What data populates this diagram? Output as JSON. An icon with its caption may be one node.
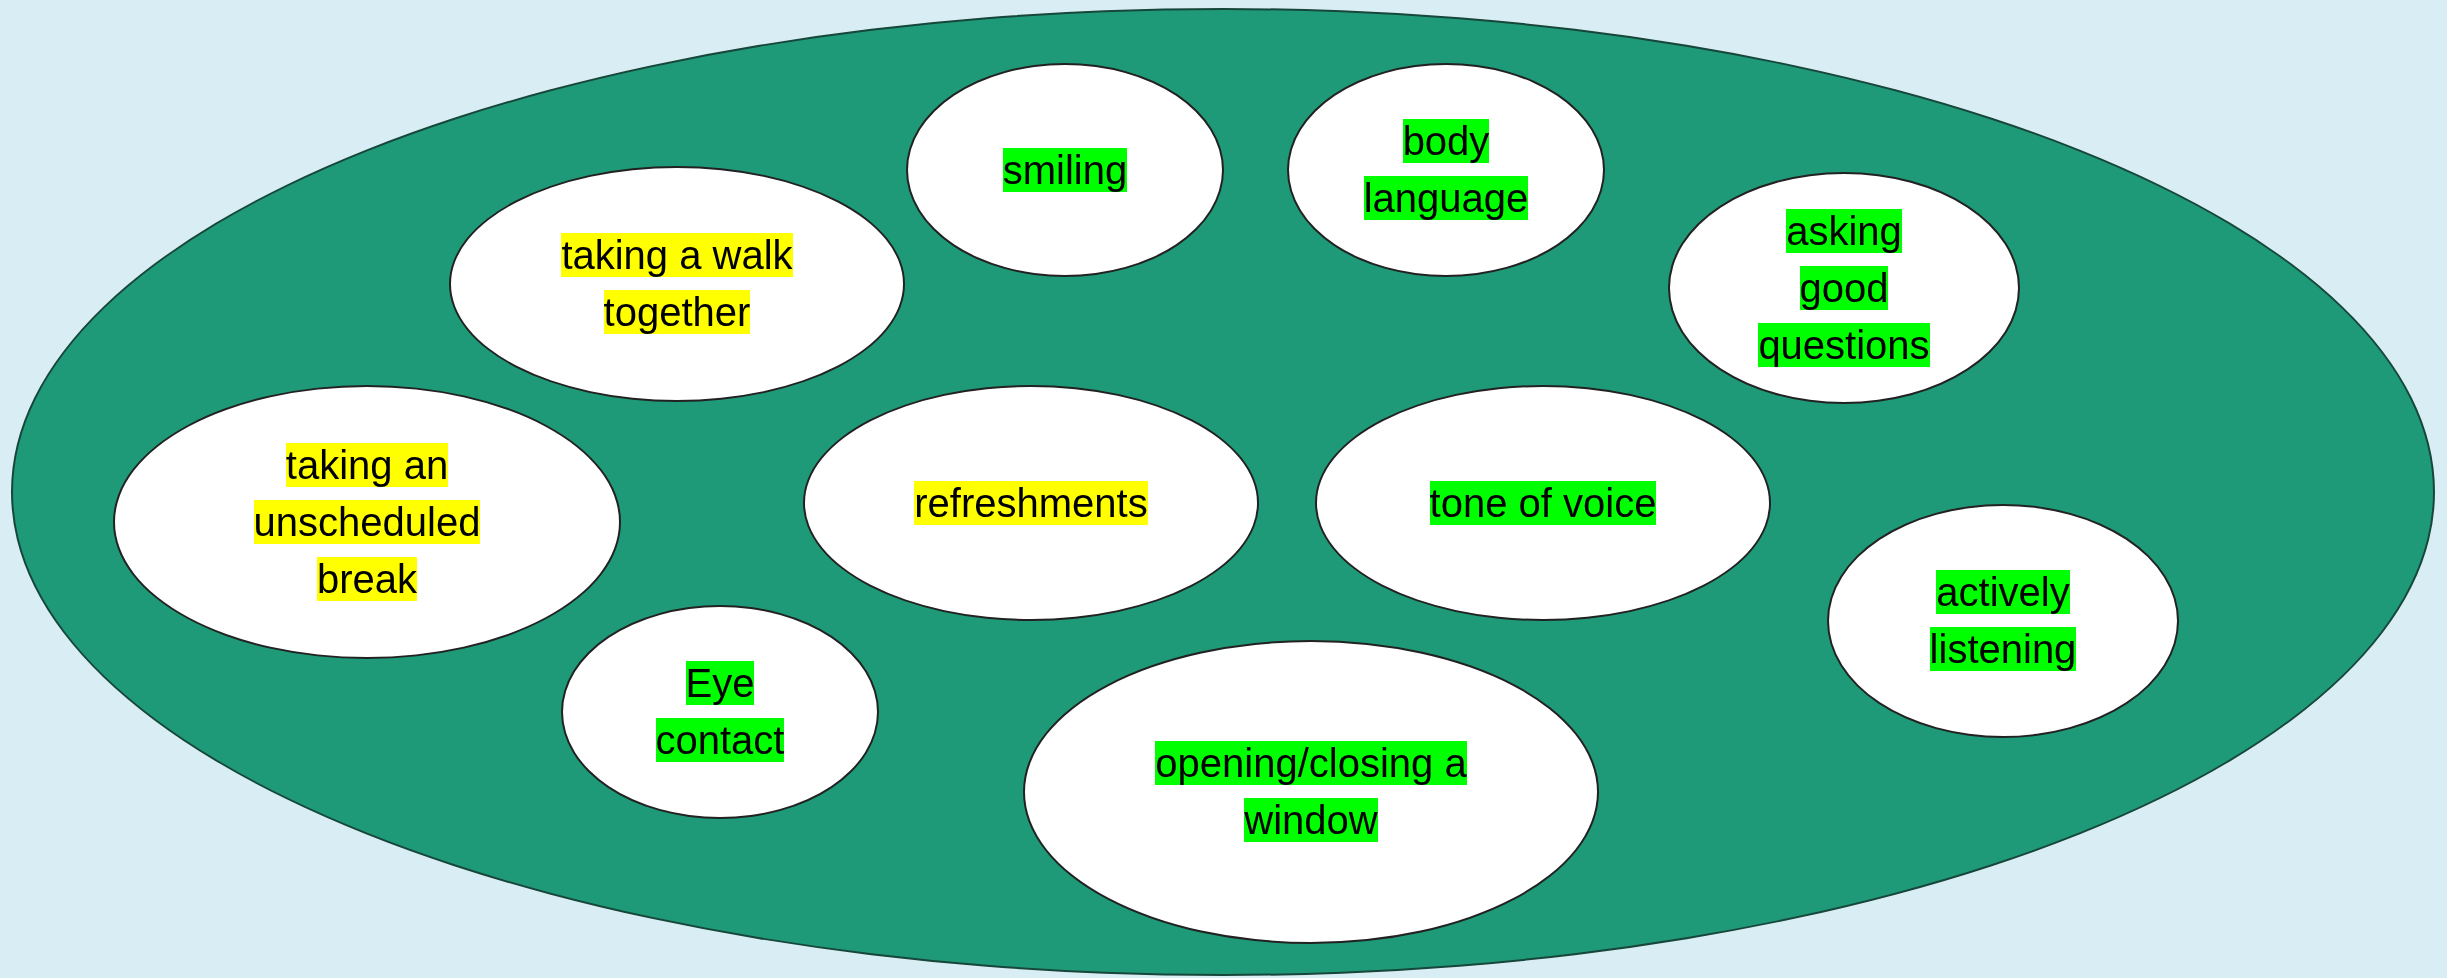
{
  "diagram": {
    "nodes": [
      {
        "text": [],
        "shape": "ellipse"
      },
      {
        "text": [
          "smiling"
        ],
        "in": 0
      },
      {
        "text": [
          "body language"
        ],
        "in": 0
      },
      {
        "text": [
          "taking a walk together"
        ],
        "in": 0
      },
      {
        "text": [
          "asking good questions"
        ],
        "in": 0
      },
      {
        "text": [
          "taking an unscheduled break"
        ],
        "in": 0
      },
      {
        "text": [
          "refreshments"
        ],
        "in": 0
      },
      {
        "text": [
          "tone of voice"
        ],
        "in": 0
      },
      {
        "text": [
          "actively listening"
        ],
        "in": 0
      },
      {
        "text": [
          "Eye contact"
        ],
        "in": 0
      },
      {
        "text": [
          "opening/closing a window"
        ],
        "in": 0
      }
    ]
  }
}
